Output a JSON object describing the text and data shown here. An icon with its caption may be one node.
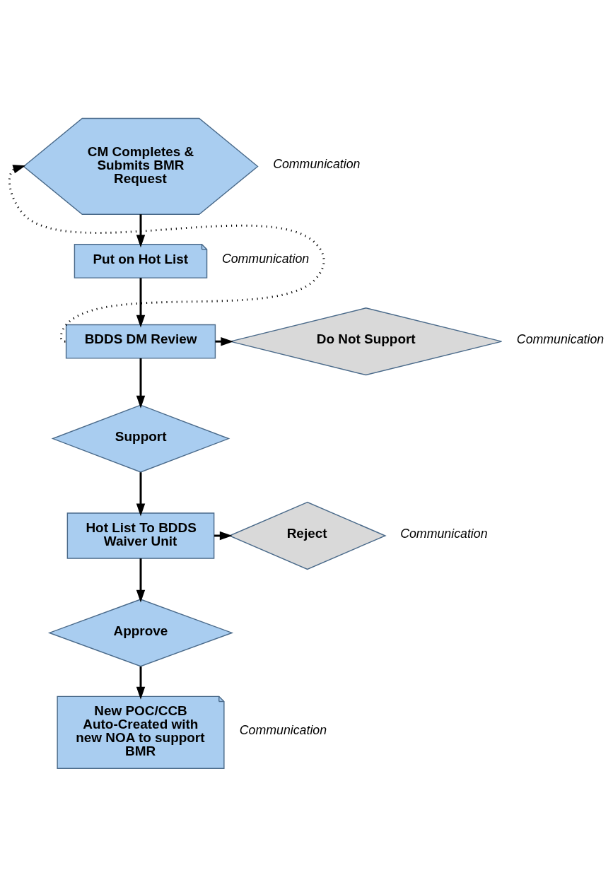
{
  "diagram": {
    "nodes": [
      {
        "text": [
          "CM Completes & Submits BMR Request"
        ],
        "beside": [
          "Communication"
        ]
      },
      {
        "text": [
          "Put on Hot List"
        ],
        "beside": [
          "Communication"
        ]
      },
      {
        "text": [
          "BDDS DM Review"
        ]
      },
      {
        "text": [
          "Do Not Support"
        ],
        "beside": [
          "Communication"
        ]
      },
      {
        "text": [
          "Support"
        ]
      },
      {
        "text": [
          "Hot List To BDDS Waiver Unit"
        ]
      },
      {
        "text": [
          "Reject"
        ],
        "beside": [
          "Communication"
        ]
      },
      {
        "text": [
          "Approve"
        ]
      },
      {
        "text": [
          "New POC/CCB Auto-Created with new NOA to support BMR"
        ],
        "beside": [
          "Communication"
        ]
      }
    ],
    "edges": [
      {
        "from": 0,
        "to": 1,
        "arrow": "to"
      },
      {
        "from": 1,
        "to": 2,
        "arrow": "to"
      },
      {
        "from": 2,
        "to": 3,
        "arrow": "to"
      },
      {
        "from": 2,
        "to": 4,
        "arrow": "to"
      },
      {
        "from": 4,
        "to": 5,
        "arrow": "to"
      },
      {
        "from": 5,
        "to": 6,
        "arrow": "to"
      },
      {
        "from": 5,
        "to": 7,
        "arrow": "to"
      },
      {
        "from": 7,
        "to": 8,
        "arrow": "to"
      },
      {
        "from": 2,
        "to": 0,
        "arrow": "to",
        "style": "dashed"
      }
    ]
  }
}
